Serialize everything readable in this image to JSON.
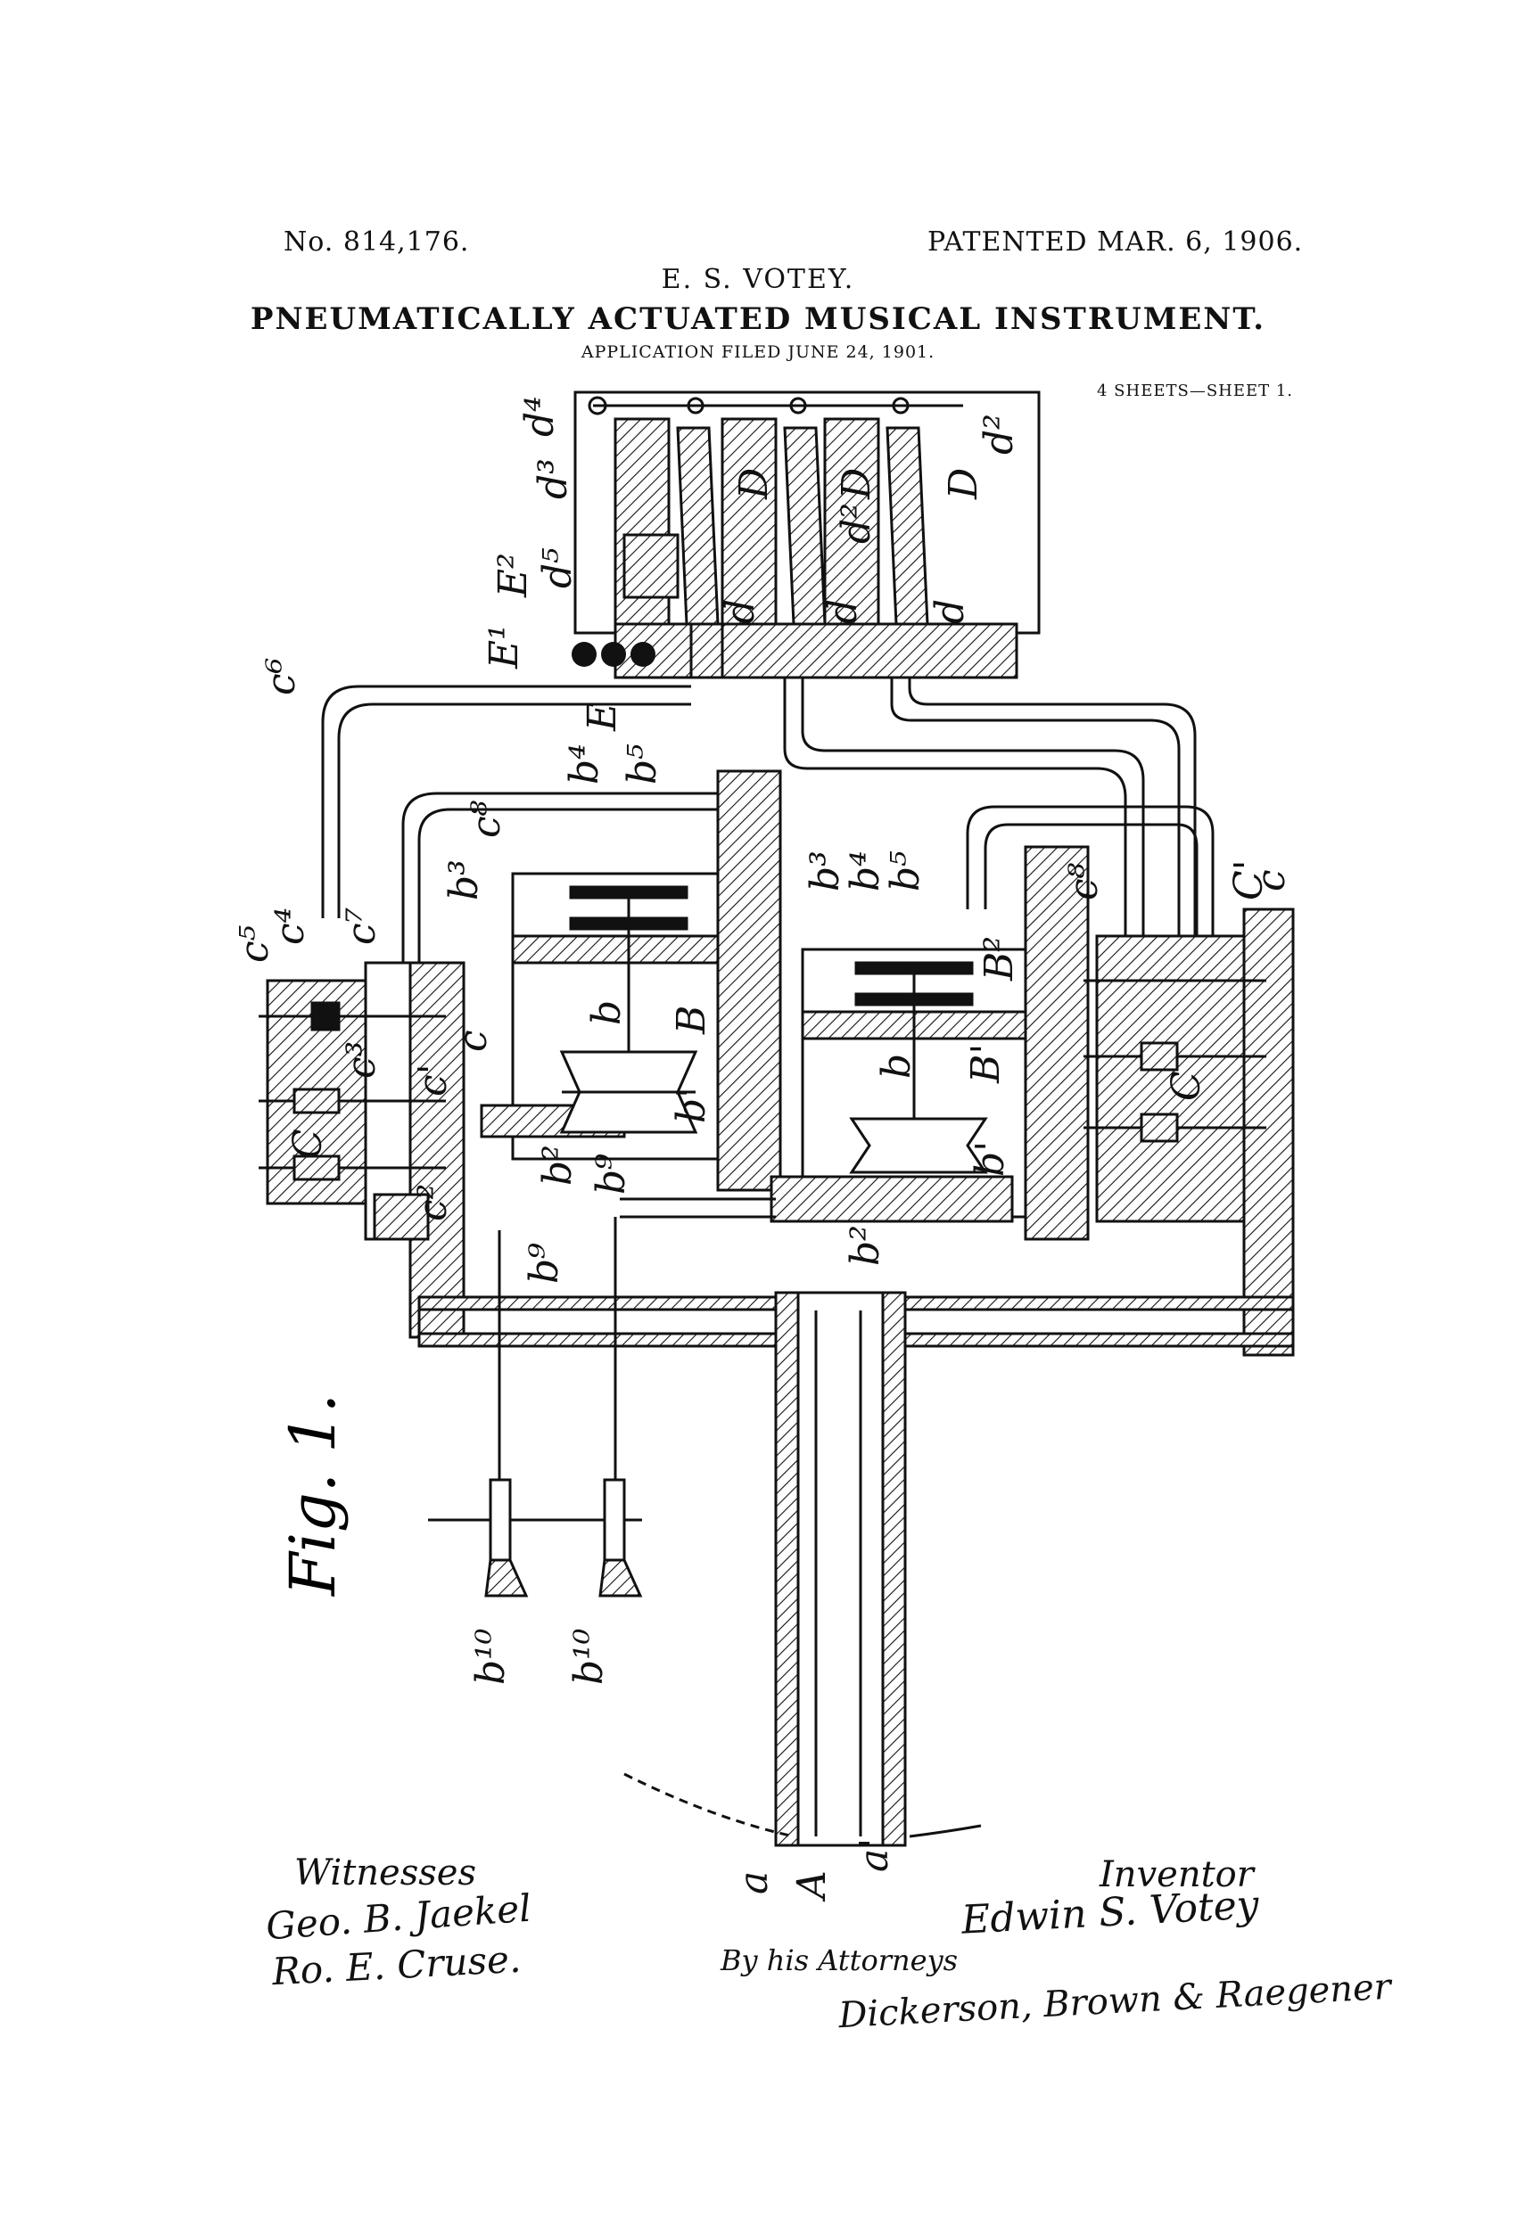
{
  "header": {
    "patent_number": "No. 814,176.",
    "patent_date": "PATENTED MAR. 6, 1906.",
    "inventor_name": "E. S. VOTEY.",
    "title": "PNEUMATICALLY ACTUATED MUSICAL INSTRUMENT.",
    "application_filed": "APPLICATION FILED JUNE 24, 1901.",
    "sheet_info": "4 SHEETS—SHEET 1."
  },
  "figure": {
    "label": "Fig. 1.",
    "reference_labels": {
      "a": "a",
      "A": "A",
      "a_prime": "a'",
      "B": "B",
      "B_prime": "B'",
      "B2": "B²",
      "b": "b",
      "b_prime": "b'",
      "b2": "b²",
      "b3": "b³",
      "b4": "b⁴",
      "b5": "b⁵",
      "b9": "b⁹",
      "b10": "b¹⁰",
      "C": "C",
      "C_prime": "C'",
      "c": "c",
      "c_prime": "c'",
      "c2": "c²",
      "c3": "c³",
      "c4": "c⁴",
      "c5": "c⁵",
      "c6": "c⁶",
      "c7": "c⁷",
      "c8": "c⁸",
      "D": "D",
      "d": "d",
      "d2": "d²",
      "d3": "d³",
      "d4": "d⁴",
      "d5": "d⁵",
      "E": "E",
      "E1": "E¹",
      "E2": "E²"
    }
  },
  "signatures": {
    "witnesses_heading": "Witnesses",
    "witness_1": "Geo. B. Jaekel",
    "witness_2": "Ro. E. Cruse.",
    "inventor_heading": "Inventor",
    "inventor_signature": "Edwin S. Votey",
    "by_attorneys": "By his Attorneys",
    "attorney_signature": "Dickerson, Brown & Raegener"
  },
  "colors": {
    "ink": "#111111",
    "paper": "#ffffff"
  }
}
